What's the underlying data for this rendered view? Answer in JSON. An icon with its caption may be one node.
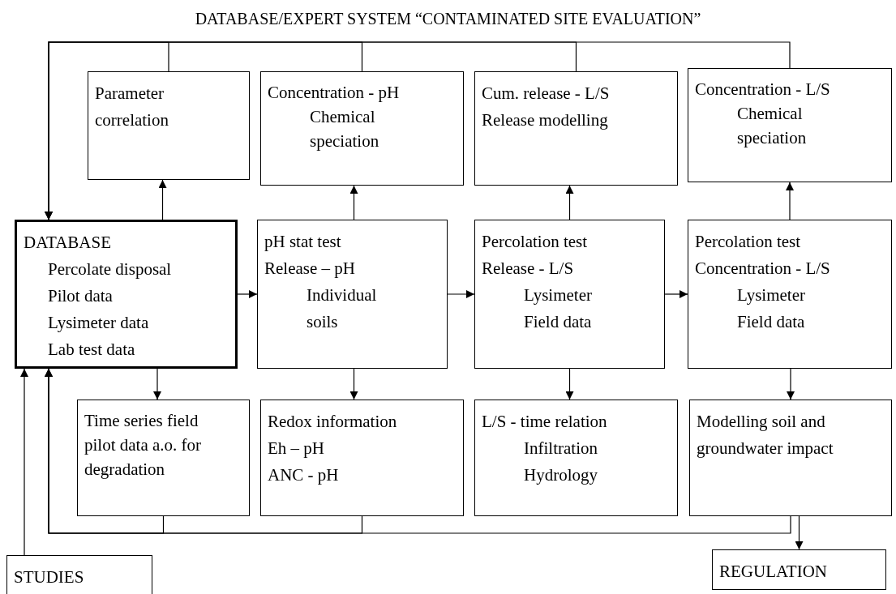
{
  "diagram": {
    "title": "DATABASE/EXPERT SYSTEM “CONTAMINATED SITE EVALUATION”",
    "nodes": [
      {
        "text": [
          "Parameter correlation"
        ]
      },
      {
        "text": [
          "Concentration - pH",
          "Chemical speciation"
        ]
      },
      {
        "text": [
          "Cum. release - L/S",
          "Release modelling"
        ]
      },
      {
        "text": [
          "Concentration - L/S",
          "Chemical speciation"
        ]
      },
      {
        "text": [
          "DATABASE",
          "Percolate disposal",
          "Pilot data",
          "Lysimeter data",
          "Lab test data"
        ]
      },
      {
        "text": [
          "pH stat test",
          "Release – pH",
          "Individual soils"
        ]
      },
      {
        "text": [
          "Percolation test",
          "Release - L/S",
          "Lysimeter",
          "Field data"
        ]
      },
      {
        "text": [
          "Percolation test",
          "Concentration - L/S",
          "Lysimeter",
          "Field data"
        ]
      },
      {
        "text": [
          "Time series field pilot data a.o. for degradation"
        ]
      },
      {
        "text": [
          "Redox information",
          "Eh – pH",
          "ANC - pH"
        ]
      },
      {
        "text": [
          "L/S - time relation",
          "Infiltration",
          "Hydrology"
        ]
      },
      {
        "text": [
          "Modelling soil and groundwater impact"
        ]
      },
      {
        "text": [
          "STUDIES"
        ]
      },
      {
        "text": [
          "REGULATION"
        ]
      }
    ],
    "edges": [
      {
        "from": 4,
        "to": 0,
        "arrow": "to"
      },
      {
        "from": 5,
        "to": 1,
        "arrow": "to"
      },
      {
        "from": 6,
        "to": 2,
        "arrow": "to"
      },
      {
        "from": 7,
        "to": 3,
        "arrow": "to"
      },
      {
        "from": 4,
        "to": 5,
        "arrow": "to"
      },
      {
        "from": 5,
        "to": 6,
        "arrow": "to"
      },
      {
        "from": 6,
        "to": 7,
        "arrow": "to"
      },
      {
        "from": 4,
        "to": 8,
        "arrow": "to"
      },
      {
        "from": 5,
        "to": 9,
        "arrow": "to"
      },
      {
        "from": 6,
        "to": 10,
        "arrow": "to"
      },
      {
        "from": 7,
        "to": 11,
        "arrow": "to"
      },
      {
        "from": 0,
        "to": 4,
        "arrow": "to"
      },
      {
        "from": 1,
        "to": 4,
        "arrow": "to"
      },
      {
        "from": 2,
        "to": 4,
        "arrow": "to"
      },
      {
        "from": 3,
        "to": 4,
        "arrow": "to"
      },
      {
        "from": 8,
        "to": 4,
        "arrow": "to"
      },
      {
        "from": 9,
        "to": 4,
        "arrow": "to"
      },
      {
        "from": 11,
        "to": 4,
        "arrow": "to"
      },
      {
        "from": 12,
        "to": 4,
        "arrow": "to"
      },
      {
        "from": 11,
        "to": 13,
        "arrow": "to"
      }
    ]
  }
}
